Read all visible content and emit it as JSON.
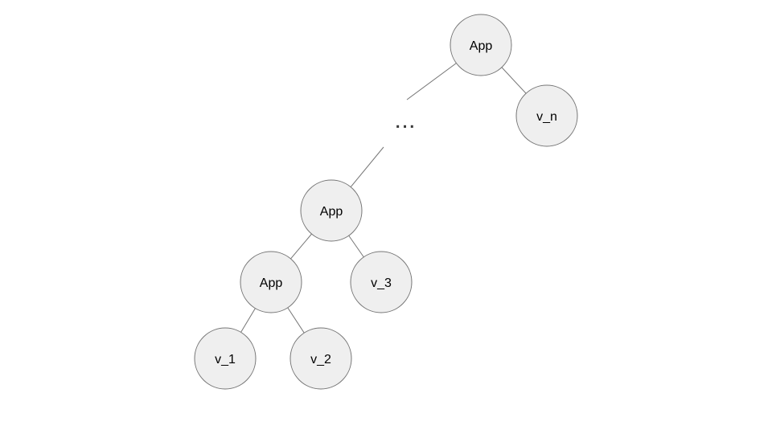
{
  "diagram": {
    "type": "binary-tree",
    "colors": {
      "background": "#ffffff",
      "node_fill": "#efefef",
      "node_stroke": "#767676",
      "edge": "#767676",
      "text": "#000000",
      "ellipsis": "#3b3b3b"
    },
    "ellipsis": {
      "label": "..."
    },
    "nodes": [
      {
        "id": "app-root",
        "label": "App"
      },
      {
        "id": "v-n",
        "label": "v_n"
      },
      {
        "id": "app-mid",
        "label": "App"
      },
      {
        "id": "app-inner",
        "label": "App"
      },
      {
        "id": "v-3",
        "label": "v_3"
      },
      {
        "id": "v-1",
        "label": "v_1"
      },
      {
        "id": "v-2",
        "label": "v_2"
      }
    ],
    "edges": [
      {
        "from": "app-root",
        "to": "v-n"
      },
      {
        "from": "app-root",
        "to": "ellipsis"
      },
      {
        "from": "ellipsis",
        "to": "app-mid"
      },
      {
        "from": "app-mid",
        "to": "app-inner"
      },
      {
        "from": "app-mid",
        "to": "v-3"
      },
      {
        "from": "app-inner",
        "to": "v-1"
      },
      {
        "from": "app-inner",
        "to": "v-2"
      }
    ]
  }
}
